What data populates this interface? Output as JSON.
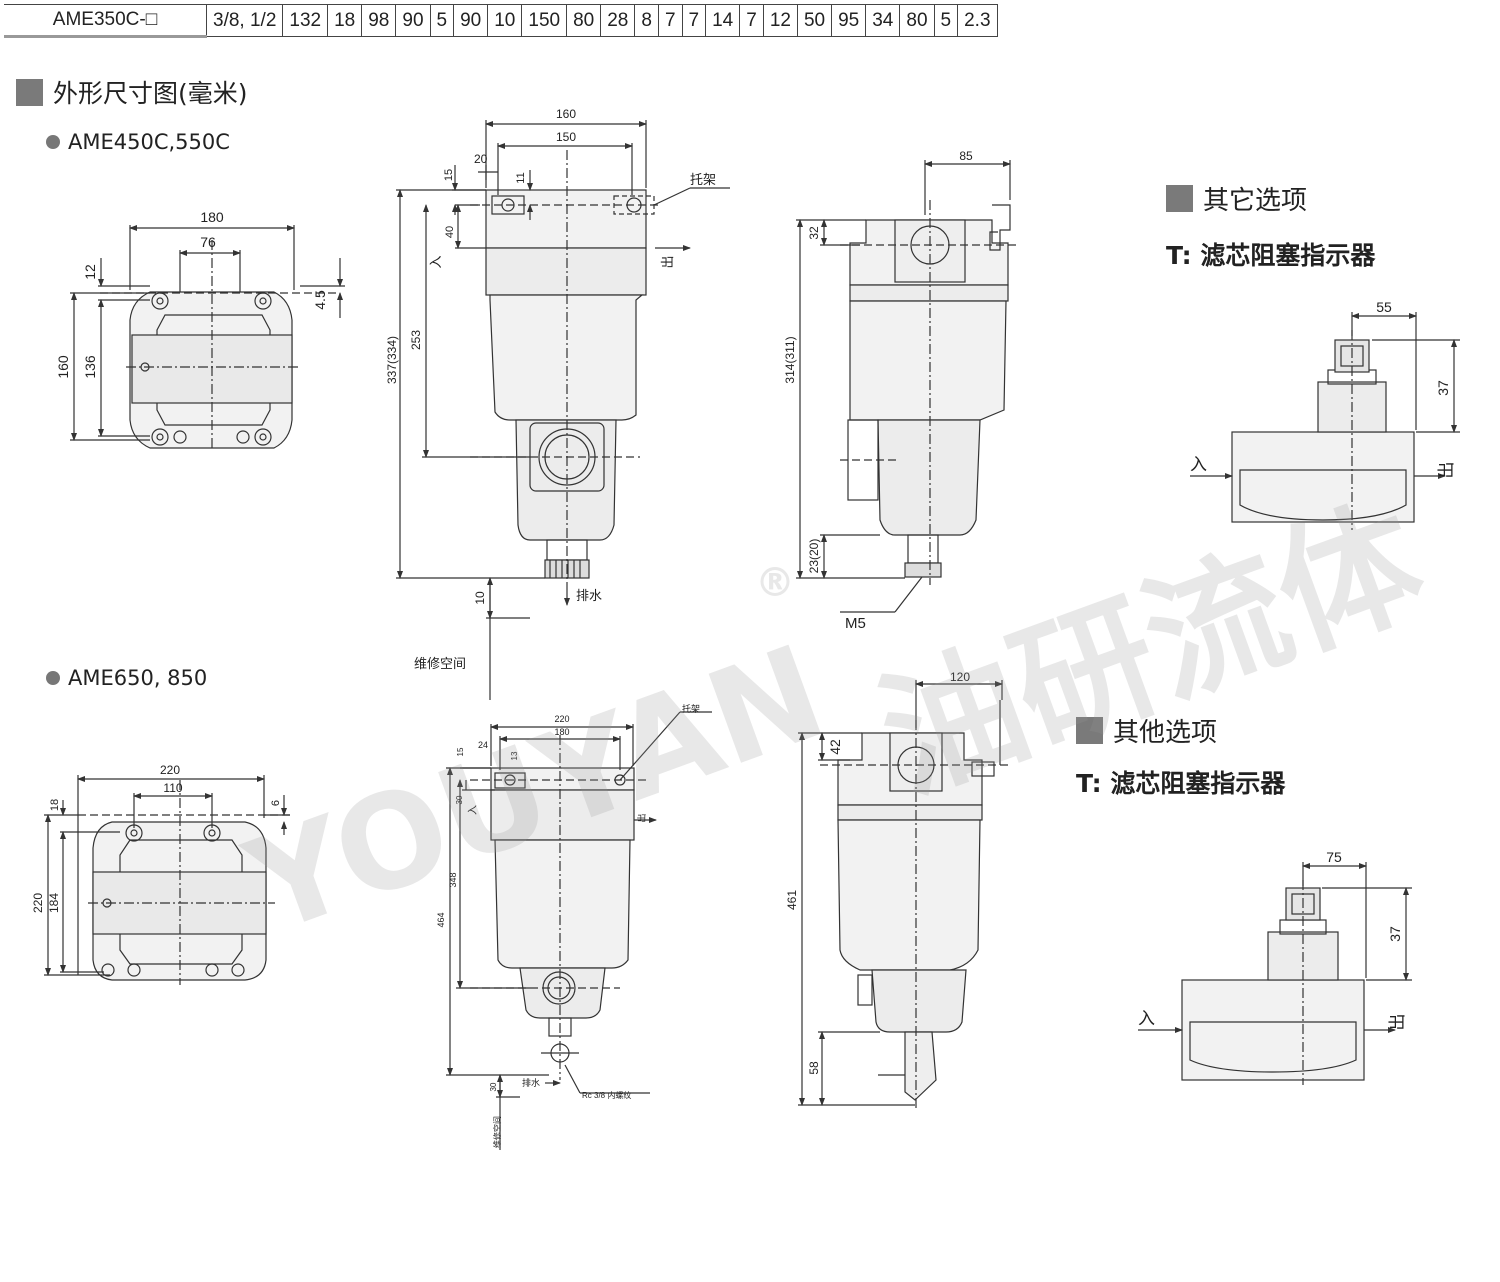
{
  "table_row": {
    "model": "AME350C-□",
    "cells": [
      "3/8, 1/2",
      "132",
      "18",
      "98",
      "90",
      "5",
      "90",
      "10",
      "150",
      "80",
      "28",
      "8",
      "7",
      "7",
      "14",
      "7",
      "12",
      "50",
      "95",
      "34",
      "80",
      "5",
      "2.3"
    ]
  },
  "section_title": "外形尺寸图(毫米)",
  "models": {
    "top": "AME450C,550C",
    "bottom": "AME650, 850"
  },
  "options": {
    "top": {
      "title": "其它选项",
      "subtitle": "T: 滤芯阻塞指示器"
    },
    "bottom": {
      "title": "其他选项",
      "subtitle": "T: 滤芯阻塞指示器"
    }
  },
  "watermark": {
    "latin": "YOUYAN",
    "chinese": "油研流体",
    "reg": "®"
  },
  "labels": {
    "bracket": "托架",
    "inlet": "入",
    "outlet": "出",
    "drain": "排水",
    "maintenance": "维修空间",
    "m5": "M5",
    "rc": "Rc 3/8 内螺纹"
  },
  "dims": {
    "d160": "160",
    "d150": "150",
    "d20": "20",
    "d15": "15",
    "d11": "11",
    "d40": "40",
    "d337": "337(334)",
    "d253": "253",
    "d10": "10",
    "d180": "180",
    "d76": "76",
    "d12": "12",
    "d4_5": "4.5",
    "d136": "136",
    "d85": "85",
    "d32": "32",
    "d314": "314(311)",
    "d23": "23(20)",
    "d55": "55",
    "d37": "37",
    "d220": "220",
    "d110": "110",
    "d18": "18",
    "d6": "6",
    "d184": "184",
    "d180s": "180",
    "d24": "24",
    "d13": "13",
    "d30": "30",
    "d348": "348",
    "d464": "464",
    "d120": "120",
    "d42": "42",
    "d461": "461",
    "d58": "58",
    "d75": "75"
  }
}
